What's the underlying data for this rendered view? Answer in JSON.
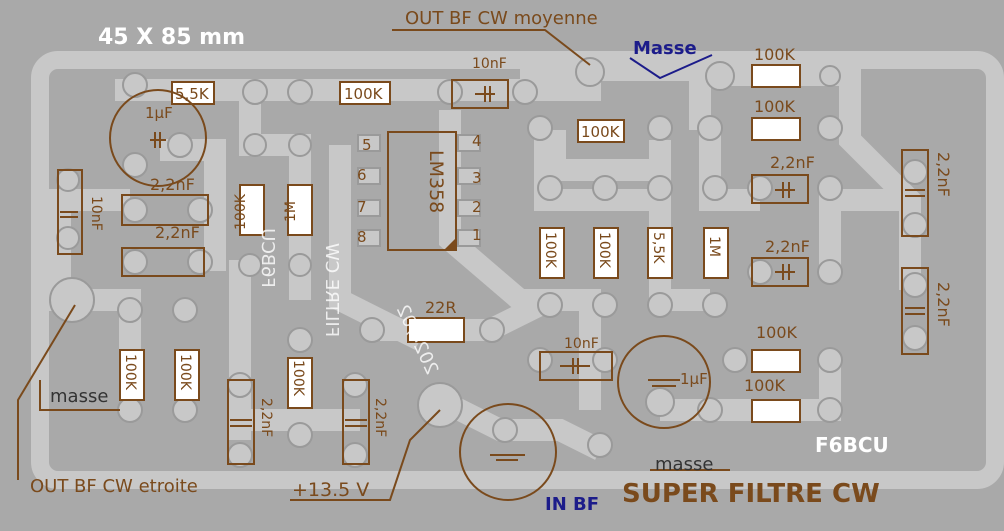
{
  "header": {
    "dimensions": "45 X 85 mm",
    "out_moyenne": "OUT BF CW moyenne",
    "masse_top": "Masse"
  },
  "footer": {
    "out_etroite": "OUT BF CW etroite",
    "supply": "+13.5 V",
    "in_bf": "IN BF",
    "title": "SUPER FILTRE CW",
    "masse_bottom": "masse",
    "masse_left": "masse",
    "callsign": "F6BCU"
  },
  "ic": {
    "name": "LM358",
    "pins_left": [
      "5",
      "6",
      "7",
      "8"
    ],
    "pins_right": [
      "4",
      "3",
      "2",
      "1"
    ]
  },
  "mirrored_text": [
    "F6BCU",
    "FILTRE CW",
    "2024/02"
  ],
  "components": {
    "r_5k5_top": "5,5K",
    "r_100k_top": "100K",
    "c_10nf_top": "10nF",
    "r_100k_ic": "100K",
    "c_1uf_top": "1µF",
    "c_22nf_a": "2,2nF",
    "c_22nf_b": "2,2nF",
    "c_10nf_left": "10nF",
    "r_100k_v1": "100K",
    "r_1m_v": "1M",
    "r_100k_right1": "100K",
    "r_100k_right2": "100K",
    "c_22nf_right1": "2,2nF",
    "c_22nf_right2": "2,2nF",
    "c_22nf_edge1": "2,2nF",
    "c_22nf_edge2": "2,2nF",
    "r_100k_mid1": "100K",
    "r_100k_mid2": "100K",
    "r_5k5_mid": "5,5K",
    "r_1m_mid": "1M",
    "r_22r": "22R",
    "c_10nf_mid": "10nF",
    "c_1uf_mid": "1µF",
    "r_100k_br1": "100K",
    "r_100k_br2": "100K",
    "r_100k_bl1": "100K",
    "r_100k_bl2": "100K",
    "r_100k_bc": "100K",
    "c_22nf_bl": "2,2nF",
    "c_22nf_bc": "2,2nF"
  },
  "colors": {
    "board": "#a9a9a9",
    "copper": "#c8c8c8",
    "silk": "#7a4a1c",
    "ink": "#1c1c8a",
    "title": "#7a4a1c"
  }
}
